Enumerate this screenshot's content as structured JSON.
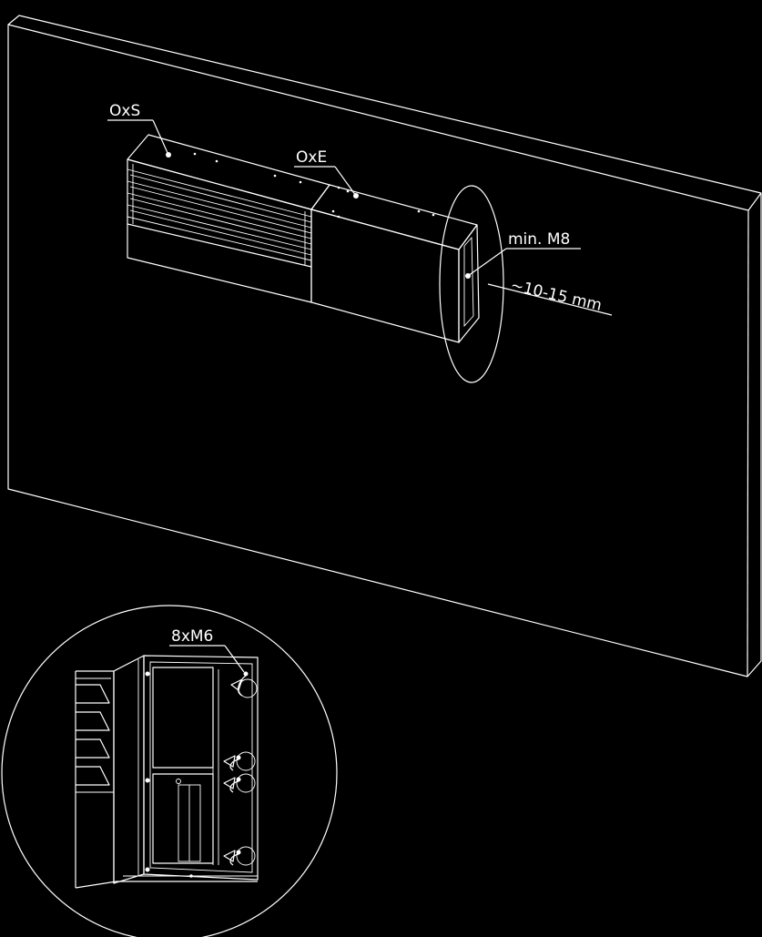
{
  "labels": {
    "oxs": "OxS",
    "oxe": "OxE",
    "bolt": "min. M8",
    "gap": "~10-15 mm",
    "screws": "8xM6"
  }
}
